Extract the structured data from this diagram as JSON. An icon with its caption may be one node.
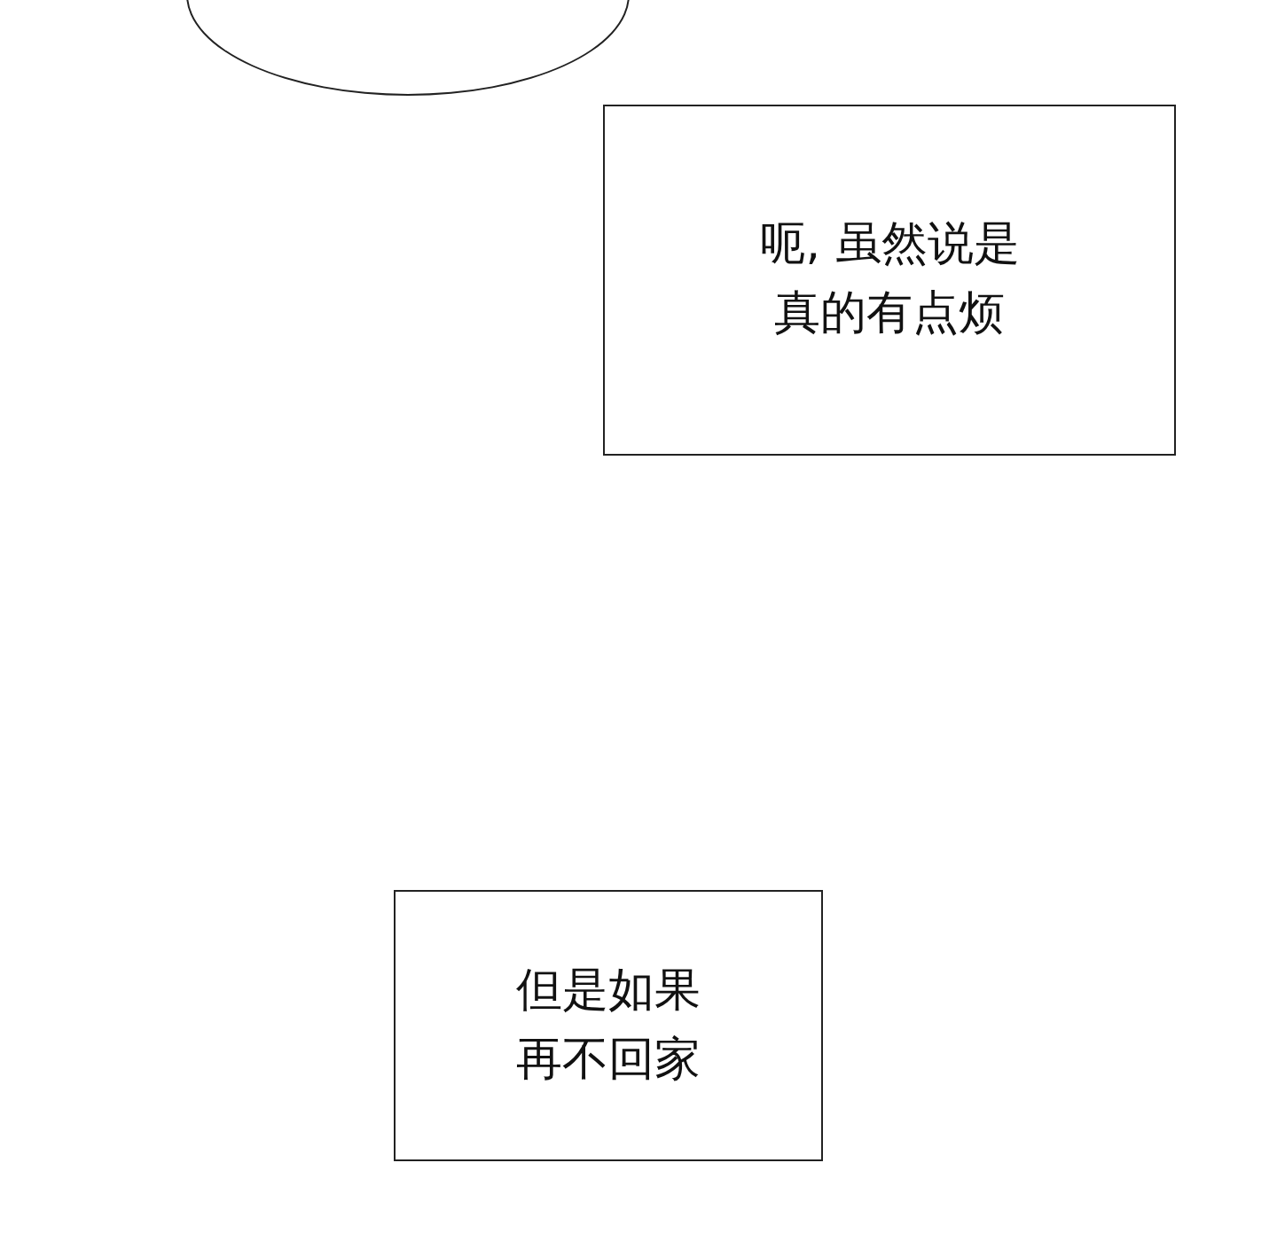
{
  "diagram": {
    "nodes": [
      {
        "text": [],
        "shape": "ellipse"
      },
      {
        "text": [
          "呃, 虽然说是真的有点烦"
        ]
      },
      {
        "text": [
          "但是如果再不回家"
        ]
      }
    ]
  }
}
